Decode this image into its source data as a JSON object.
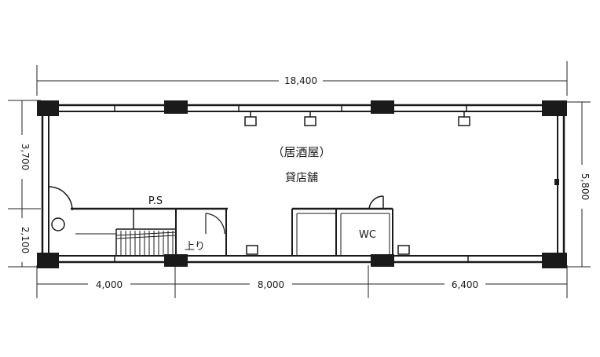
{
  "dimensions": {
    "top_total": "18,400",
    "bottom_left": "4,000",
    "bottom_mid": "8,000",
    "bottom_right": "6,400",
    "left_upper": "3,700",
    "left_lower": "2,100",
    "right_total": "5,800"
  },
  "rooms": {
    "main_label": "（居酒屋）",
    "main_sub": "貸店舗",
    "ps_label": "P.S",
    "wc_label": "WC",
    "stair_label": "上り"
  },
  "colors": {
    "wall": "#1a1a1a",
    "line": "#222222",
    "background": "#ffffff"
  }
}
